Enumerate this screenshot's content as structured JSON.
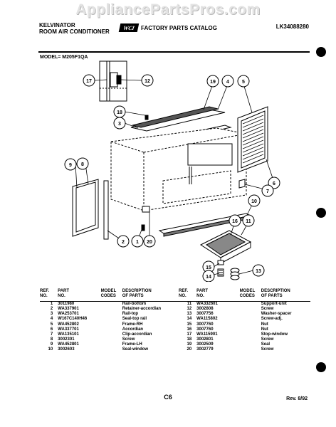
{
  "watermark": "AppliancePartsPros.com",
  "header": {
    "brand": "KELVINATOR",
    "product": "ROOM AIR CONDITIONER",
    "logo": "WCI",
    "catalog_title": "FACTORY PARTS CATALOG",
    "catalog_code": "LK34088280"
  },
  "model_line": "MODEL= M205F1QA",
  "callouts": [
    "17",
    "12",
    "19",
    "4",
    "5",
    "18",
    "3",
    "9",
    "8",
    "6",
    "7",
    "10",
    "2",
    "1",
    "20",
    "16",
    "11",
    "15",
    "14",
    "13"
  ],
  "table": {
    "headers": {
      "ref": "REF.\nNO.",
      "part": "PART\nNO.",
      "code": "MODEL\nCODES",
      "desc": "DESCRIPTION\nOF PARTS"
    },
    "left_rows": [
      {
        "ref": "1",
        "part": "3011980",
        "desc": "Rail-bottom"
      },
      {
        "ref": "2",
        "part": "WA337901",
        "desc": "Retainer-accordian"
      },
      {
        "ref": "3",
        "part": "WA253701",
        "desc": "Rail-top"
      },
      {
        "ref": "4",
        "part": "W167C140H46",
        "desc": "Seal-top rail"
      },
      {
        "ref": "5",
        "part": "WA452802",
        "desc": "Frame-RH"
      },
      {
        "ref": "6",
        "part": "WA337701",
        "desc": "Accordian"
      },
      {
        "ref": "7",
        "part": "WA135101",
        "desc": "Clip-accordian"
      },
      {
        "ref": "8",
        "part": "3002301",
        "desc": "Screw"
      },
      {
        "ref": "9",
        "part": "WA452801",
        "desc": "Frame-LH"
      },
      {
        "ref": "10",
        "part": "3002603",
        "desc": "Seal-window"
      }
    ],
    "right_rows": [
      {
        "ref": "11",
        "part": "WA332601",
        "desc": "Support-unit"
      },
      {
        "ref": "12",
        "part": "3002808",
        "desc": "Screw"
      },
      {
        "ref": "13",
        "part": "3007756",
        "desc": "Washer-spacer"
      },
      {
        "ref": "14",
        "part": "WA115802",
        "desc": "Screw-adj."
      },
      {
        "ref": "15",
        "part": "3007760",
        "desc": "Nut"
      },
      {
        "ref": "16",
        "part": "3007760",
        "desc": "Nut"
      },
      {
        "ref": "17",
        "part": "WA115901",
        "desc": "Stop-window"
      },
      {
        "ref": "18",
        "part": "3002801",
        "desc": "Screw"
      },
      {
        "ref": "19",
        "part": "3002509",
        "desc": "Seal"
      },
      {
        "ref": "20",
        "part": "3002779",
        "desc": "Screw"
      }
    ]
  },
  "footer": {
    "page": "C6",
    "revision": "Rev. 8/92"
  }
}
